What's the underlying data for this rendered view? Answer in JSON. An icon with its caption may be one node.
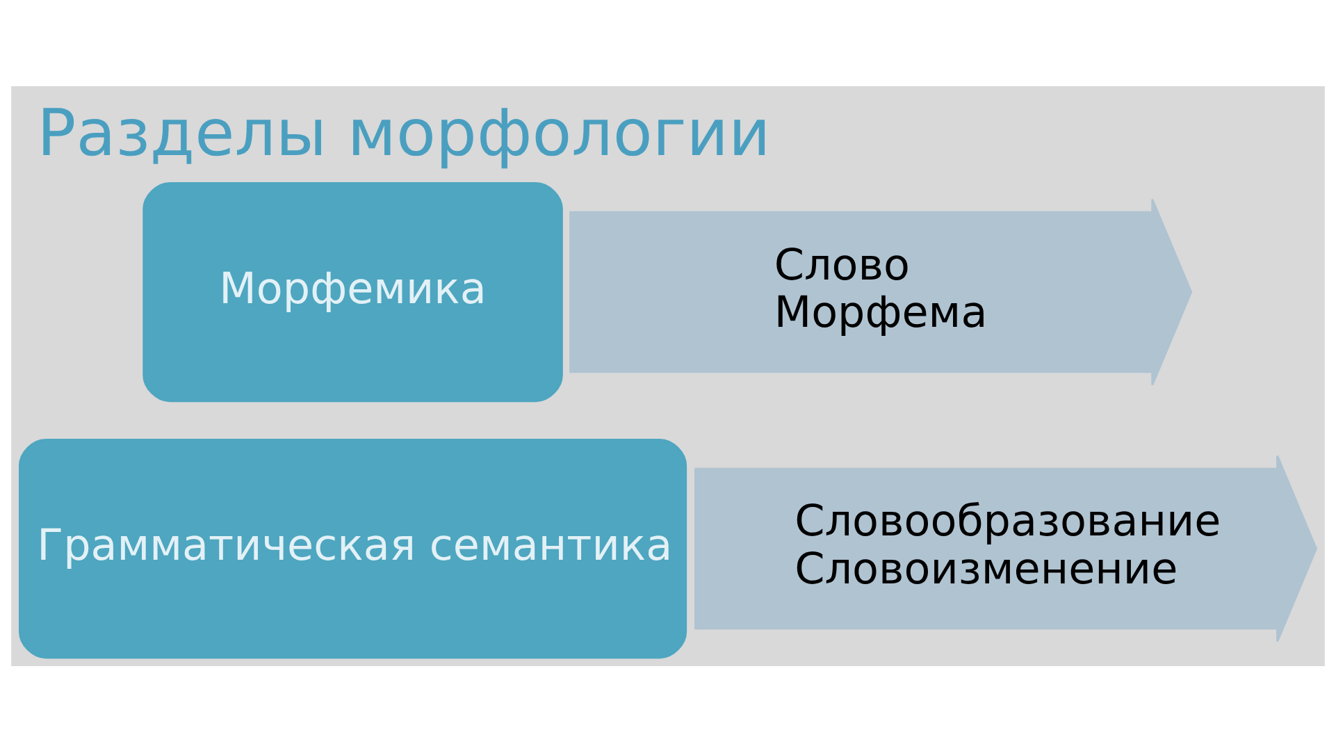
{
  "diagram": {
    "title": "Разделы морфологии",
    "nodes": [
      {
        "text": [
          "Морфемика"
        ]
      },
      {
        "text": [
          "Слово",
          "Морфема"
        ]
      },
      {
        "text": [
          "Грамматическая семантика"
        ]
      },
      {
        "text": [
          "Словообразование",
          "Словоизменение"
        ]
      }
    ]
  }
}
